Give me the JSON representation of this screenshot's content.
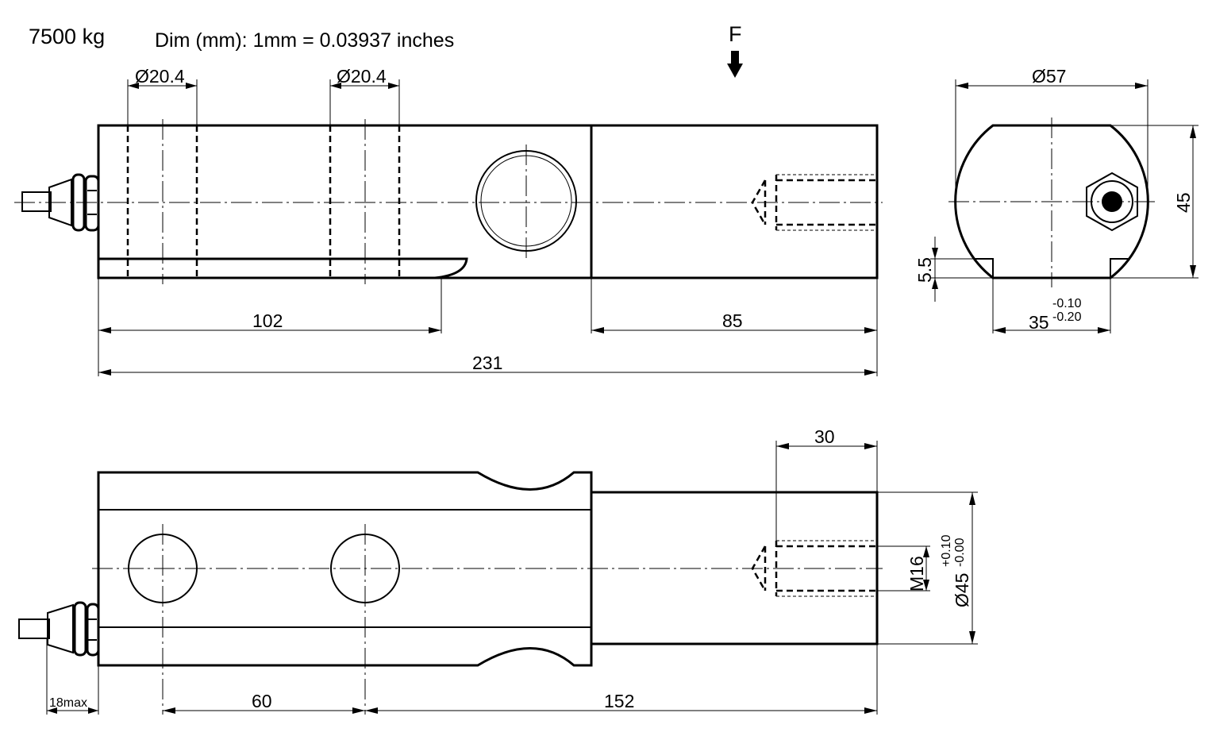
{
  "header": {
    "capacity": "7500 kg",
    "units_note": "Dim (mm): 1mm = 0.03937 inches",
    "force_label": "F"
  },
  "side_view": {
    "hole_dia_1": "Ø20.4",
    "hole_dia_2": "Ø20.4",
    "dim_102": "102",
    "dim_85": "85",
    "dim_231": "231"
  },
  "end_view": {
    "dia": "Ø57",
    "height": "45",
    "slot_depth": "5.5",
    "slot_width": "35",
    "slot_tol_upper": "-0.10",
    "slot_tol_lower": "-0.20"
  },
  "top_view": {
    "dim_30": "30",
    "thread": "M16",
    "dia": "Ø45",
    "dia_tol_upper": "+0.10",
    "dia_tol_lower": "-0.00",
    "dim_18max": "18max",
    "dim_60": "60",
    "dim_152": "152"
  }
}
